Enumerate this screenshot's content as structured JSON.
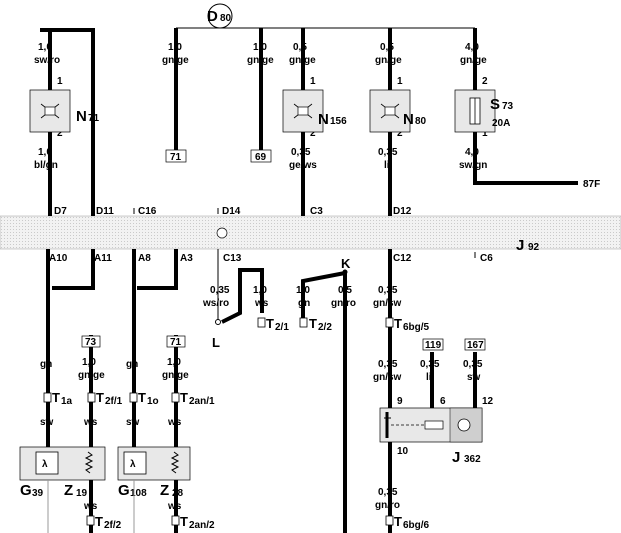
{
  "ground": {
    "letter": "D",
    "sub": "80"
  },
  "components": {
    "n71": {
      "letter": "N",
      "sub": "71"
    },
    "n156": {
      "letter": "N",
      "sub": "156"
    },
    "n80": {
      "letter": "N",
      "sub": "80"
    },
    "s73": {
      "letter": "S",
      "sub": "73",
      "rating": "20A"
    },
    "j92": {
      "letter": "J",
      "sub": "92"
    },
    "j362": {
      "letter": "J",
      "sub": "362"
    },
    "g39": {
      "letter": "G",
      "sub": "39"
    },
    "g108": {
      "letter": "G",
      "sub": "108"
    },
    "z19": {
      "letter": "Z",
      "sub": "19"
    },
    "z28": {
      "letter": "Z",
      "sub": "28"
    }
  },
  "wires": {
    "w1_size": "1,0",
    "w1_color": "sw/ro",
    "w2_size": "1,0",
    "w2_color": "gn/ge",
    "w3_size": "1,0",
    "w3_color": "gn/ge",
    "w4_size": "0,5",
    "w4_color": "gn/ge",
    "w5_size": "0,5",
    "w5_color": "gn/ge",
    "w6_size": "4,0",
    "w6_color": "gn/ge",
    "w7_size": "1,0",
    "w7_color": "bl/gn",
    "w8_size": "0,35",
    "w8_color": "ge/ws",
    "w9_size": "0,35",
    "w9_color": "li",
    "w10_size": "4,0",
    "w10_color": "sw/gn",
    "w11_size": "0,35",
    "w11_color": "ws/ro",
    "w12_size": "1,0",
    "w12_color": "ws",
    "w13_size": "1,0",
    "w13_color": "gn",
    "w14_size": "0,5",
    "w14_color": "gn/ro",
    "w15_size": "0,35",
    "w15_color": "gn/sw",
    "w16_color": "gn",
    "w17_size": "1,0",
    "w17_color": "gn/ge",
    "w18_color": "gn",
    "w19_size": "1,0",
    "w19_color": "gn/ge",
    "w20_size": "0,35",
    "w20_color": "gn/sw",
    "w21_size": "0,35",
    "w21_color": "li",
    "w22_size": "0,35",
    "w22_color": "sw",
    "w23_color": "sw",
    "w24_color": "ws",
    "w25_color": "sw",
    "w26_color": "ws",
    "w27_color": "ws",
    "w28_color": "ws",
    "w29_size": "0,35",
    "w29_color": "gn/ro"
  },
  "pins": {
    "p1": "1",
    "p2": "2",
    "p3": "1",
    "p4": "2",
    "p5": "1",
    "p6": "2",
    "p7": "2",
    "p8": "1",
    "p9": "9",
    "p10": "6",
    "p11": "12",
    "p12": "10"
  },
  "connectors_top": [
    "D7",
    "D11",
    "C16",
    "D14",
    "C3",
    "D12"
  ],
  "connectors_bottom": [
    "A10",
    "A11",
    "A8",
    "A3",
    "C13",
    "C12",
    "C6"
  ],
  "refs": {
    "r71": "71",
    "r69": "69",
    "r73": "73",
    "r71b": "71",
    "r119": "119",
    "r167": "167",
    "r87f": "87F"
  },
  "terminals": {
    "l": "L",
    "k": "K",
    "t1a": "T",
    "t1a_sub": "1a",
    "t2f1": "T",
    "t2f1_sub": "2f/1",
    "t1o": "T",
    "t1o_sub": "1o",
    "t2an1": "T",
    "t2an1_sub": "2an/1",
    "t21": "T",
    "t21_sub": "2/1",
    "t22": "T",
    "t22_sub": "2/2",
    "t6bg5": "T",
    "t6bg5_sub": "6bg/5",
    "t2f2": "T",
    "t2f2_sub": "2f/2",
    "t2an2": "T",
    "t2an2_sub": "2an/2",
    "t6bg6": "T",
    "t6bg6_sub": "6bg/6"
  }
}
